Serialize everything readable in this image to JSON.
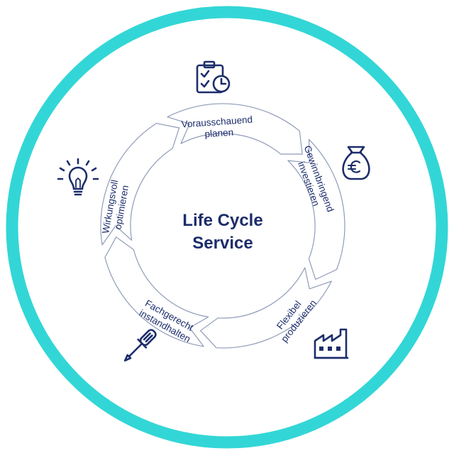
{
  "colors": {
    "ring": "#33d6d6",
    "navy": "#1c2d6b",
    "segment_stroke": "#8f9bb8",
    "background": "#ffffff"
  },
  "center": {
    "line1": "Life Cycle",
    "line2": "Service"
  },
  "segments": [
    {
      "id": "planen",
      "line1": "Vorausschauend",
      "line2": "planen",
      "icon": "checklist-clock-icon"
    },
    {
      "id": "investieren",
      "line1": "Gewinnbringend",
      "line2": "investieren",
      "icon": "money-bag-euro-icon"
    },
    {
      "id": "produzieren",
      "line1": "Flexibel",
      "line2": "produzieren",
      "icon": "factory-icon"
    },
    {
      "id": "instandhalten",
      "line1": "Fachgerecht",
      "line2": "instandhalten",
      "icon": "screwdriver-icon"
    },
    {
      "id": "optimieren",
      "line1": "Wirkungsvoll",
      "line2": "optimieren",
      "icon": "lightbulb-icon"
    }
  ]
}
